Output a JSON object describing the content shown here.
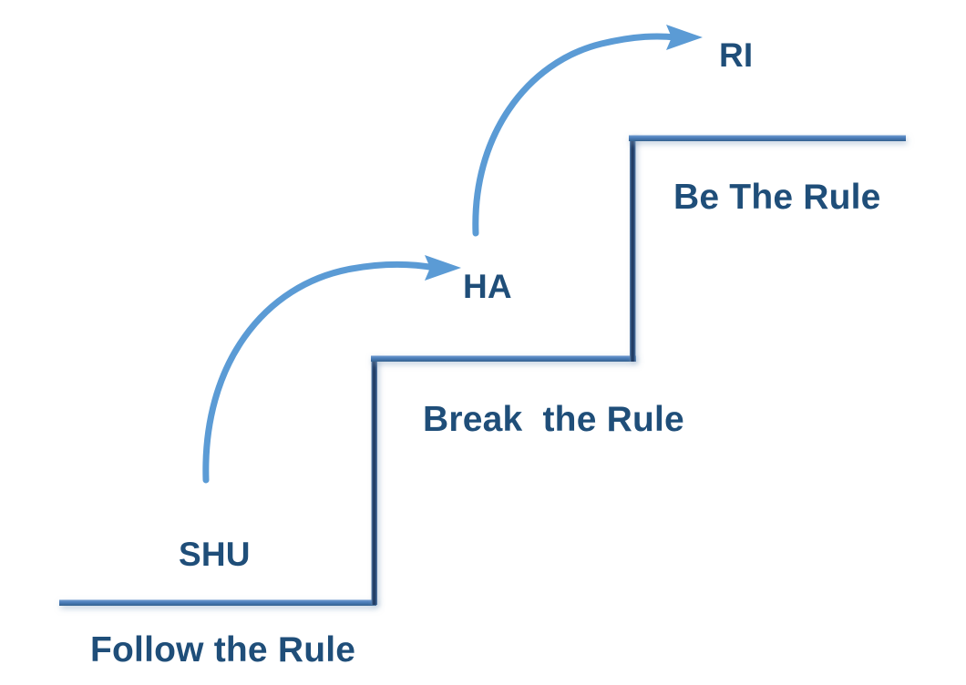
{
  "diagram": {
    "title": "Shu Ha Ri learning stages staircase",
    "background_color": "#FFFFFF",
    "palette": {
      "text_blue": "#1F4E79",
      "tread_blue": "#4D7EBF",
      "riser_navy": "#1F3864",
      "arrow_blue": "#5B9BD5"
    },
    "stages": [
      {
        "id": "shu",
        "stage_label": "SHU",
        "rule_label": "Follow the Rule",
        "step_index": 1
      },
      {
        "id": "ha",
        "stage_label": "HA",
        "rule_label": "Break  the Rule",
        "step_index": 2
      },
      {
        "id": "ri",
        "stage_label": "RI",
        "rule_label": "Be The Rule",
        "step_index": 3
      }
    ],
    "arrows": [
      {
        "id": "arrow-shu-to-ha",
        "from_stage": "SHU",
        "to_stage": "HA"
      },
      {
        "id": "arrow-ha-to-ri",
        "from_stage": "HA",
        "to_stage": "RI"
      }
    ]
  }
}
